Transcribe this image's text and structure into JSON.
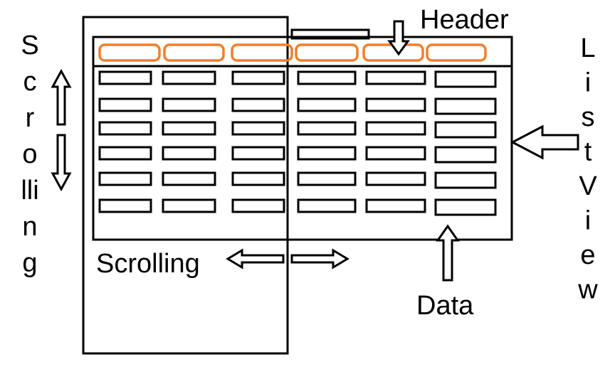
{
  "labels": {
    "header": "Header",
    "data": "Data",
    "scrolling_horizontal": "Scrolling",
    "scrolling_vertical": "Scrolling",
    "listview": "ListView"
  },
  "colors": {
    "header_cell": "#f07f2a",
    "outline": "#000000",
    "background": "#ffffff"
  },
  "grid": {
    "header_columns": 6,
    "data_rows": 6,
    "data_columns": 6
  }
}
